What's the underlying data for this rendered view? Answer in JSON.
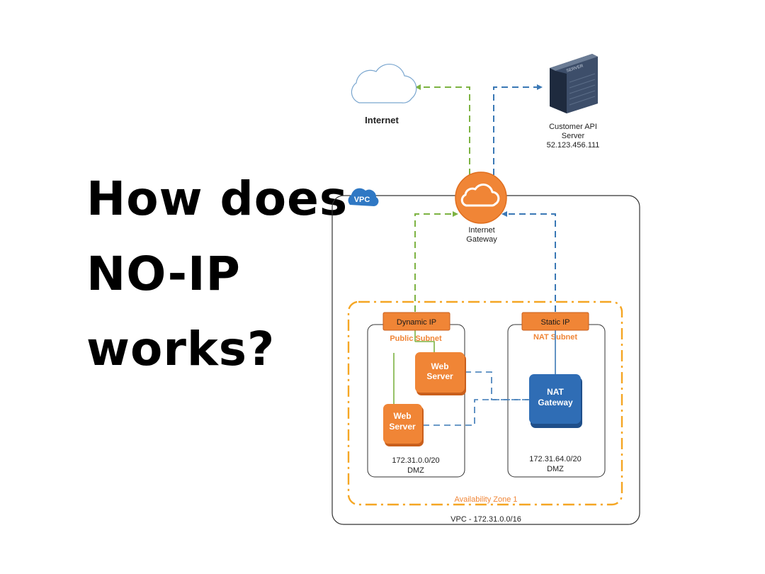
{
  "headline": {
    "line1": "How does",
    "line2": "NO-IP",
    "line3": "works?"
  },
  "diagram": {
    "internet_label": "Internet",
    "server": {
      "name_line1": "Customer API",
      "name_line2": "Server",
      "ip": "52.123.456.111",
      "case_label": "SERVER"
    },
    "vpc_badge": "VPC",
    "gateway": {
      "line1": "Internet",
      "line2": "Gateway"
    },
    "dynamic_ip": "Dynamic IP",
    "static_ip": "Static IP",
    "public_subnet": {
      "title": "Public Subnet",
      "cidr": "172.31.0.0/20",
      "zone": "DMZ"
    },
    "nat_subnet": {
      "title": "NAT Subnet",
      "cidr": "172.31.64.0/20",
      "zone": "DMZ"
    },
    "web_server_1": {
      "line1": "Web",
      "line2": "Server"
    },
    "web_server_2": {
      "line1": "Web",
      "line2": "Server"
    },
    "nat_gateway": {
      "line1": "NAT",
      "line2": "Gateway"
    },
    "availability_zone": "Availability Zone 1",
    "vpc_cidr": "VPC - 172.31.0.0/16",
    "colors": {
      "green_flow": "#7db342",
      "blue_flow": "#3a78b5",
      "orange": "#f08536",
      "zone_orange": "#f5a623",
      "nat_blue": "#2f6db5"
    }
  }
}
